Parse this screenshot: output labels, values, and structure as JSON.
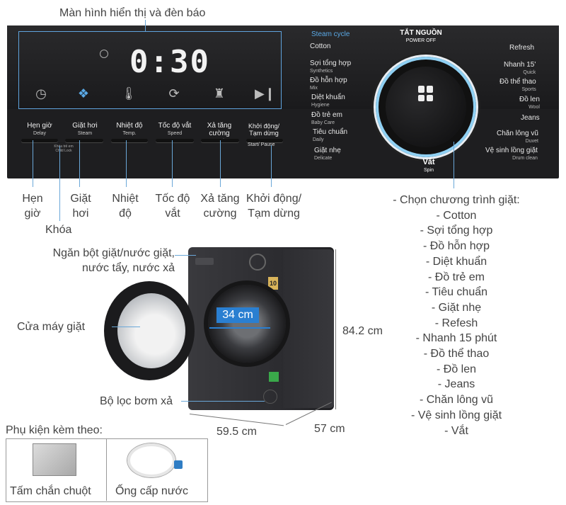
{
  "panel": {
    "display_title": "Màn hình hiển thị và đèn báo",
    "time": "0:30",
    "steam_cycle": "Steam cycle",
    "power": {
      "label": "TẮT NGUỒN",
      "sub": "POWER OFF"
    },
    "spin": {
      "label": "Vắt",
      "sub": "Spin"
    },
    "display_icons": [
      "clock-icon",
      "shirt-icon",
      "temperature-icon",
      "spin-icon",
      "extra-rinse-icon",
      "play-pause-icon"
    ],
    "buttons": [
      {
        "label": "Hẹn giờ",
        "sub": "Delay"
      },
      {
        "label": "Giặt hơi",
        "sub": "Steam"
      },
      {
        "label": "Nhiệt độ",
        "sub": "Temp."
      },
      {
        "label": "Tốc độ vắt",
        "sub": "Speed"
      },
      {
        "label": "Xả tăng cường",
        "sub": "Extra Rinse"
      },
      {
        "label": "Khởi động/ Tạm dừng",
        "sub": "Start/ Pause"
      }
    ],
    "child_lock": {
      "label": "Khóa trẻ em",
      "sub": "Child Lock"
    },
    "left_programs": [
      {
        "label": "Cotton",
        "sub": ""
      },
      {
        "label": "Sợi tổng hợp",
        "sub": "Synthetics"
      },
      {
        "label": "Đồ hỗn hợp",
        "sub": "Mix"
      },
      {
        "label": "Diệt khuẩn",
        "sub": "Hygiene"
      },
      {
        "label": "Đồ trẻ em",
        "sub": "Baby Care"
      },
      {
        "label": "Tiêu chuẩn",
        "sub": "Daily"
      },
      {
        "label": "Giặt nhẹ",
        "sub": "Delicate"
      }
    ],
    "right_programs": [
      {
        "label": "Refresh",
        "sub": ""
      },
      {
        "label": "Nhanh 15'",
        "sub": "Quick"
      },
      {
        "label": "Đồ thể thao",
        "sub": "Sports"
      },
      {
        "label": "Đồ len",
        "sub": "Wool"
      },
      {
        "label": "Jeans",
        "sub": ""
      },
      {
        "label": "Chăn lông vũ",
        "sub": "Duvet"
      },
      {
        "label": "Vệ sinh lồng giặt",
        "sub": "Drum clean"
      }
    ]
  },
  "callouts": {
    "hen_gio": "Hẹn giờ",
    "khoa": "Khóa",
    "giat_hoi": "Giặt hơi",
    "nhiet_do": "Nhiệt độ",
    "toc_do_vat": "Tốc độ vắt",
    "xa_tang_cuong": "Xả tăng cường",
    "khoi_dong": "Khởi động/ Tạm dừng",
    "ngan_bot": "Ngăn bột giặt/nước giặt, nước tẩy, nước xả",
    "cua_may": "Cửa máy giặt",
    "bo_loc": "Bộ lọc bơm xả"
  },
  "program_list": {
    "title": "- Chọn chương trình giặt:",
    "items": [
      "- Cotton",
      "- Sợi tổng hợp",
      "- Đồ hỗn hợp",
      "- Diệt khuẩn",
      "- Đồ trẻ em",
      "- Tiêu chuẩn",
      "- Giặt nhẹ",
      "- Refesh",
      "- Nhanh 15 phút",
      "- Đồ thể thao",
      "- Đồ len",
      "- Jeans",
      "- Chăn lông vũ",
      "- Vệ sinh lồng giặt",
      "- Vắt"
    ]
  },
  "dimensions": {
    "door": "34 cm",
    "height": "84.2 cm",
    "width": "59.5 cm",
    "depth": "57 cm"
  },
  "warranty_badge": "10",
  "accessories": {
    "title": "Phụ kiện kèm theo:",
    "items": [
      "Tấm chắn chuột",
      "Ống cấp nước"
    ]
  },
  "colors": {
    "accent": "#5fa3dd",
    "panel": "#1e1e20",
    "dimension_box": "#2a7fd1"
  }
}
